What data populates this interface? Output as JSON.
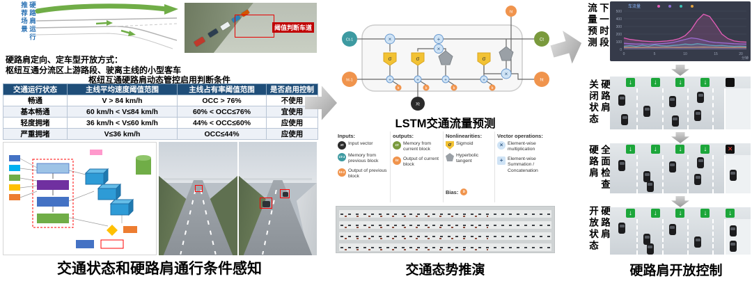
{
  "left": {
    "scene_label_lines": [
      "硬路肩运行",
      "推荐场景"
    ],
    "monitor_label": "阈值判断车道",
    "open_mode_line1": "硬路肩定向、定车型开放方式：",
    "open_mode_line2": "枢纽互通分流区上游路段、驶离主线的小型客车",
    "table_title": "枢纽互通硬路肩动态管控启用判断条件",
    "table": {
      "headers": [
        "交通运行状态",
        "主线平均速度阈值范围",
        "主线占有率阈值范围",
        "是否启用控制"
      ],
      "rows": [
        [
          "畅通",
          "V > 84 km/h",
          "OCC > 76%",
          "不使用"
        ],
        [
          "基本畅通",
          "60 km/h < V≤84 km/h",
          "60% < OCC≤76%",
          "宜使用"
        ],
        [
          "轻度拥堵",
          "36 km/h < V≤60 km/h",
          "44% < OCC≤60%",
          "应使用"
        ],
        [
          "严重拥堵",
          "V≤36 km/h",
          "OCC≤44%",
          "应使用"
        ]
      ]
    },
    "caption": "交通状态和硬路肩通行条件感知"
  },
  "middle": {
    "lstm_title": "LSTM交通流量预测",
    "legend": {
      "inputs_title": "Inputs:",
      "inputs": [
        {
          "label": "Input vector"
        },
        {
          "label": "Memory from previous block"
        },
        {
          "label": "Output of previous block"
        }
      ],
      "outputs_title": "outputs:",
      "outputs": [
        {
          "label": "Memory from current block"
        },
        {
          "label": "Output of current block"
        }
      ],
      "nonlinearities_title": "Nonlinearities:",
      "nonlinearities": [
        {
          "label": "Sigmoid"
        },
        {
          "label": "Hyperbolic tangent"
        }
      ],
      "vector_ops_title": "Vector operations:",
      "vector_ops": [
        {
          "label": "Element-wise multiplication"
        },
        {
          "label": "Element-wise Summation / Concatenation"
        }
      ],
      "bias_title": "Bias:"
    },
    "caption": "交通态势推演"
  },
  "lstm": {
    "symbols": {
      "xt": "Xt",
      "c_prev": "Ct-1",
      "h_prev": "ht-1",
      "c_out": "Ct",
      "h_out": "ht",
      "sigmoid": "σ",
      "times": "×",
      "plus": "+",
      "bias": "b"
    }
  },
  "right": {
    "steps": [
      {
        "lines": [
          "下一时段",
          "流量预测"
        ]
      },
      {
        "lines": [
          "硬路肩",
          "关闭状态"
        ]
      },
      {
        "lines": [
          "全面检查",
          "硬路肩"
        ]
      },
      {
        "lines": [
          "硬路肩",
          "开放状态"
        ]
      }
    ],
    "chart": {
      "title": "车流量",
      "y_ticks": [
        "500",
        "400",
        "300",
        "200",
        "100",
        "0"
      ],
      "x_ticks": [
        "0",
        "5",
        "10",
        "15",
        "20"
      ],
      "x_unit": "分钟"
    },
    "states": [
      {
        "name": "closed",
        "signs": [
          {
            "cls": "sign s-green",
            "glyph": "↓"
          },
          {
            "cls": "sign s-green",
            "glyph": "↓"
          },
          {
            "cls": "sign s-green",
            "glyph": "↓"
          },
          {
            "cls": "sign s-green",
            "glyph": "↓"
          },
          {
            "cls": "sign s-off",
            "glyph": ""
          }
        ]
      },
      {
        "name": "inspect",
        "signs": [
          {
            "cls": "sign s-green",
            "glyph": "↓"
          },
          {
            "cls": "sign s-green",
            "glyph": "↓"
          },
          {
            "cls": "sign s-green",
            "glyph": "↓"
          },
          {
            "cls": "sign s-green",
            "glyph": "↓"
          },
          {
            "cls": "sign s-red",
            "glyph": "✕"
          }
        ]
      },
      {
        "name": "open",
        "signs": [
          {
            "cls": "sign s-green",
            "glyph": "↓"
          },
          {
            "cls": "sign s-green",
            "glyph": "↓"
          },
          {
            "cls": "sign s-green",
            "glyph": "↓"
          },
          {
            "cls": "sign s-green",
            "glyph": "↓"
          },
          {
            "cls": "sign s-green",
            "glyph": "↓"
          }
        ]
      }
    ],
    "caption": "硬路肩开放控制"
  },
  "chart_data": {
    "type": "line",
    "title": "车流量",
    "xlabel": "分钟",
    "ylabel": "",
    "xlim": [
      0,
      20
    ],
    "ylim": [
      0,
      500
    ],
    "grid": true,
    "legend_position": "top",
    "x": [
      0,
      1,
      2,
      3,
      4,
      5,
      6,
      7,
      8,
      9,
      10,
      11,
      12,
      13,
      14,
      15,
      16,
      17,
      18,
      19,
      20
    ],
    "series": [
      {
        "name": "pink",
        "color": "#e35db7",
        "fill": true,
        "values": [
          150,
          130,
          120,
          110,
          105,
          100,
          105,
          110,
          120,
          140,
          180,
          260,
          380,
          460,
          430,
          320,
          200,
          140,
          110,
          100,
          95
        ]
      },
      {
        "name": "purple",
        "color": "#8d6fd6",
        "fill": true,
        "values": [
          80,
          75,
          70,
          72,
          68,
          70,
          75,
          80,
          90,
          110,
          130,
          150,
          140,
          120,
          100,
          90,
          85,
          80,
          75,
          72,
          70
        ]
      },
      {
        "name": "teal",
        "color": "#3bc0b2",
        "fill": true,
        "values": [
          40,
          50,
          38,
          55,
          42,
          60,
          48,
          44,
          52,
          58,
          70,
          62,
          75,
          65,
          55,
          48,
          52,
          44,
          40,
          42,
          38
        ]
      },
      {
        "name": "orange",
        "color": "#e0a23f",
        "fill": false,
        "values": [
          25,
          26,
          24,
          25,
          27,
          25,
          26,
          28,
          26,
          25,
          27,
          26,
          28,
          30,
          28,
          26,
          25,
          24,
          25,
          26,
          25
        ]
      }
    ]
  }
}
